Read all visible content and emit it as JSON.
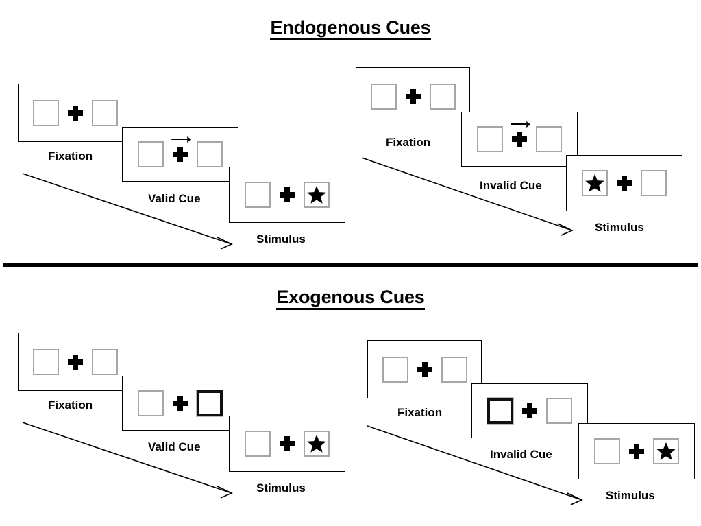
{
  "figure": {
    "title_endogenous": "Endogenous Cues",
    "title_exogenous": "Exogenous Cues",
    "colors": {
      "ink": "#000000",
      "panel_border": "#000000",
      "box_border": "#a6a6a6",
      "cued_box_border": "#111111",
      "background": "#ffffff"
    }
  },
  "sections": [
    {
      "id": "endogenous",
      "title": "Endogenous Cues",
      "cue_type": "central-arrow",
      "sequences": [
        {
          "id": "endogenous-valid",
          "cue_label": "Valid Cue",
          "frames": [
            {
              "id": "endogenous-valid-fixation",
              "caption": "Fixation",
              "left_box": "empty",
              "right_box": "empty",
              "center": "plus",
              "cue_arrow": false
            },
            {
              "id": "endogenous-valid-cue",
              "caption": "Valid Cue",
              "left_box": "empty",
              "right_box": "empty",
              "center": "plus",
              "cue_arrow": true,
              "cue_arrow_direction": "right"
            },
            {
              "id": "endogenous-valid-stimulus",
              "caption": "Stimulus",
              "left_box": "empty",
              "right_box": "star",
              "center": "plus",
              "cue_arrow": false
            }
          ]
        },
        {
          "id": "endogenous-invalid",
          "cue_label": "Invalid Cue",
          "frames": [
            {
              "id": "endogenous-invalid-fixation",
              "caption": "Fixation",
              "left_box": "empty",
              "right_box": "empty",
              "center": "plus",
              "cue_arrow": false
            },
            {
              "id": "endogenous-invalid-cue",
              "caption": "Invalid Cue",
              "left_box": "empty",
              "right_box": "empty",
              "center": "plus",
              "cue_arrow": true,
              "cue_arrow_direction": "right"
            },
            {
              "id": "endogenous-invalid-stimulus",
              "caption": "Stimulus",
              "left_box": "star",
              "right_box": "empty",
              "center": "plus",
              "cue_arrow": false
            }
          ]
        }
      ]
    },
    {
      "id": "exogenous",
      "title": "Exogenous Cues",
      "cue_type": "peripheral-box-flash",
      "sequences": [
        {
          "id": "exogenous-valid",
          "cue_label": "Valid Cue",
          "frames": [
            {
              "id": "exogenous-valid-fixation",
              "caption": "Fixation",
              "left_box": "empty",
              "right_box": "empty",
              "center": "plus",
              "cue_arrow": false
            },
            {
              "id": "exogenous-valid-cue",
              "caption": "Valid Cue",
              "left_box": "empty",
              "right_box": "cued",
              "center": "plus",
              "cue_arrow": false
            },
            {
              "id": "exogenous-valid-stimulus",
              "caption": "Stimulus",
              "left_box": "empty",
              "right_box": "star",
              "center": "plus",
              "cue_arrow": false
            }
          ]
        },
        {
          "id": "exogenous-invalid",
          "cue_label": "Invalid Cue",
          "frames": [
            {
              "id": "exogenous-invalid-fixation",
              "caption": "Fixation",
              "left_box": "empty",
              "right_box": "empty",
              "center": "plus",
              "cue_arrow": false
            },
            {
              "id": "exogenous-invalid-cue",
              "caption": "Invalid Cue",
              "left_box": "cued",
              "right_box": "empty",
              "center": "plus",
              "cue_arrow": false
            },
            {
              "id": "exogenous-invalid-stimulus",
              "caption": "Stimulus",
              "left_box": "empty",
              "right_box": "star",
              "center": "plus",
              "cue_arrow": false
            }
          ]
        }
      ]
    }
  ],
  "captions": {
    "fixation": "Fixation",
    "valid_cue": "Valid Cue",
    "invalid_cue": "Invalid Cue",
    "stimulus": "Stimulus"
  },
  "icons": {
    "fixation_cross": "plus-icon",
    "cue_arrow": "arrow-right-icon",
    "target": "star-icon",
    "time_arrow": "timeline-arrow-icon"
  }
}
